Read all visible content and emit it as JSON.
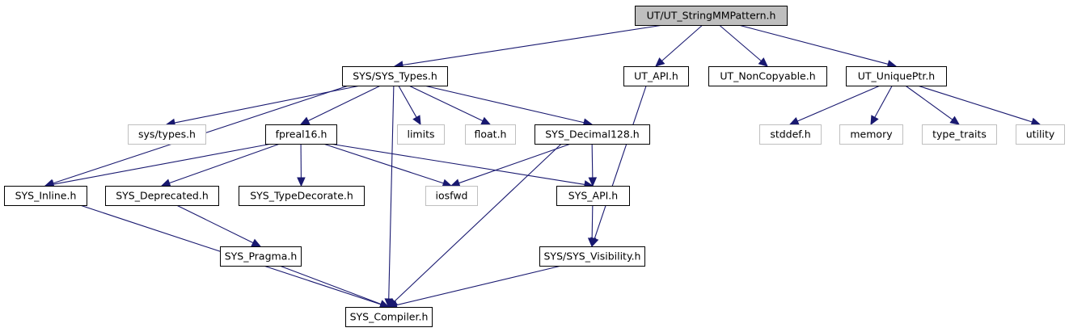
{
  "diagram": {
    "type": "include-dependency-graph",
    "colors": {
      "edge": "#191970",
      "root_fill": "#bfbfbf",
      "node_border": "#000000",
      "external_border": "#bfbfbf",
      "external_text": "#000000"
    },
    "nodes": [
      {
        "id": "root",
        "label": "UT/UT_StringMMPattern.h",
        "kind": "root"
      },
      {
        "id": "sys_types",
        "label": "SYS/SYS_Types.h",
        "kind": "internal"
      },
      {
        "id": "ut_api",
        "label": "UT_API.h",
        "kind": "internal"
      },
      {
        "id": "ut_noncopyable",
        "label": "UT_NonCopyable.h",
        "kind": "internal"
      },
      {
        "id": "ut_uniqueptr",
        "label": "UT_UniquePtr.h",
        "kind": "internal"
      },
      {
        "id": "sys_types_h",
        "label": "sys/types.h",
        "kind": "external"
      },
      {
        "id": "fpreal16",
        "label": "fpreal16.h",
        "kind": "internal"
      },
      {
        "id": "limits",
        "label": "limits",
        "kind": "external"
      },
      {
        "id": "float_h",
        "label": "float.h",
        "kind": "external"
      },
      {
        "id": "sys_decimal128",
        "label": "SYS_Decimal128.h",
        "kind": "internal"
      },
      {
        "id": "stddef",
        "label": "stddef.h",
        "kind": "external"
      },
      {
        "id": "memory",
        "label": "memory",
        "kind": "external"
      },
      {
        "id": "type_traits",
        "label": "type_traits",
        "kind": "external"
      },
      {
        "id": "utility",
        "label": "utility",
        "kind": "external"
      },
      {
        "id": "sys_inline",
        "label": "SYS_Inline.h",
        "kind": "internal"
      },
      {
        "id": "sys_deprecated",
        "label": "SYS_Deprecated.h",
        "kind": "internal"
      },
      {
        "id": "sys_typedecorate",
        "label": "SYS_TypeDecorate.h",
        "kind": "internal"
      },
      {
        "id": "iosfwd",
        "label": "iosfwd",
        "kind": "external"
      },
      {
        "id": "sys_api",
        "label": "SYS_API.h",
        "kind": "internal"
      },
      {
        "id": "sys_pragma",
        "label": "SYS_Pragma.h",
        "kind": "internal"
      },
      {
        "id": "sys_visibility",
        "label": "SYS/SYS_Visibility.h",
        "kind": "internal"
      },
      {
        "id": "sys_compiler",
        "label": "SYS_Compiler.h",
        "kind": "internal"
      }
    ],
    "edges": [
      [
        "root",
        "sys_types"
      ],
      [
        "root",
        "ut_api"
      ],
      [
        "root",
        "ut_noncopyable"
      ],
      [
        "root",
        "ut_uniqueptr"
      ],
      [
        "sys_types",
        "sys_types_h"
      ],
      [
        "sys_types",
        "fpreal16"
      ],
      [
        "sys_types",
        "limits"
      ],
      [
        "sys_types",
        "float_h"
      ],
      [
        "sys_types",
        "sys_decimal128"
      ],
      [
        "sys_types",
        "sys_inline"
      ],
      [
        "sys_types",
        "sys_compiler"
      ],
      [
        "fpreal16",
        "sys_inline"
      ],
      [
        "fpreal16",
        "sys_deprecated"
      ],
      [
        "fpreal16",
        "sys_typedecorate"
      ],
      [
        "fpreal16",
        "iosfwd"
      ],
      [
        "fpreal16",
        "sys_api"
      ],
      [
        "sys_decimal128",
        "iosfwd"
      ],
      [
        "sys_decimal128",
        "sys_api"
      ],
      [
        "sys_decimal128",
        "sys_compiler"
      ],
      [
        "ut_api",
        "sys_visibility"
      ],
      [
        "ut_uniqueptr",
        "stddef"
      ],
      [
        "ut_uniqueptr",
        "memory"
      ],
      [
        "ut_uniqueptr",
        "type_traits"
      ],
      [
        "ut_uniqueptr",
        "utility"
      ],
      [
        "sys_inline",
        "sys_compiler"
      ],
      [
        "sys_deprecated",
        "sys_pragma"
      ],
      [
        "sys_pragma",
        "sys_compiler"
      ],
      [
        "sys_api",
        "sys_visibility"
      ],
      [
        "sys_visibility",
        "sys_compiler"
      ]
    ]
  }
}
